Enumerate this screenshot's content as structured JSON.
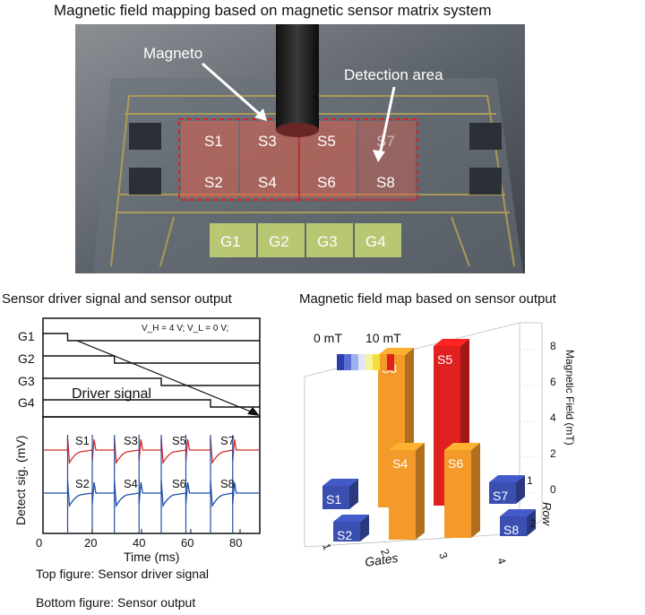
{
  "figure": {
    "title": "Magnetic field mapping based on magnetic sensor matrix system",
    "photo_labels": {
      "magneto": "Magneto",
      "detection_area": "Detection area",
      "sensors": [
        "S1",
        "S3",
        "S5",
        "S7",
        "S2",
        "S4",
        "S6",
        "S8"
      ],
      "gates": [
        "G1",
        "G2",
        "G3",
        "G4"
      ]
    }
  },
  "left_panel": {
    "title": "Sensor driver signal and sensor output",
    "rows": [
      "G1",
      "G2",
      "G3",
      "G4"
    ],
    "voltage_note": "V_H = 4 V; V_L = 0 V;",
    "driver_label": "Driver signal",
    "sensor_labels_top": [
      "S1",
      "S3",
      "S5",
      "S7"
    ],
    "sensor_labels_bottom": [
      "S2",
      "S4",
      "S6",
      "S8"
    ],
    "ylabel": "Detect sig. (mV)",
    "xlabel": "Time (ms)",
    "xticks": [
      "0",
      "20",
      "40",
      "60",
      "80"
    ],
    "colors": {
      "top_trace": "#d42a2a",
      "bottom_trace": "#1f4fa8"
    }
  },
  "right_panel": {
    "title": "Magnetic field map based on sensor output",
    "colorbar_min": "0 mT",
    "colorbar_max": "10 mT",
    "zlabel": "Magnetic Field (mT)",
    "zticks": [
      "0",
      "2",
      "4",
      "6",
      "8"
    ],
    "xlabel": "Gates",
    "xticks": [
      "1",
      "2",
      "3",
      "4"
    ],
    "ylabel": "Row",
    "yticks": [
      "1",
      "2"
    ]
  },
  "captions": {
    "top": "Top figure: Sensor driver signal",
    "bottom": "Bottom figure: Sensor output"
  },
  "chart_data": [
    {
      "type": "line",
      "title": "Sensor driver signal and sensor output",
      "xlabel": "Time (ms)",
      "ylabel": "Detect sig. (mV)",
      "xlim": [
        0,
        88
      ],
      "series": [
        {
          "name": "G1",
          "x": [
            0,
            10,
            10,
            88
          ],
          "values": [
            1,
            1,
            0,
            0
          ]
        },
        {
          "name": "G2",
          "x": [
            0,
            29,
            29,
            88
          ],
          "values": [
            1,
            1,
            0,
            0
          ]
        },
        {
          "name": "G3",
          "x": [
            0,
            48,
            48,
            88
          ],
          "values": [
            1,
            1,
            0,
            0
          ]
        },
        {
          "name": "G4",
          "x": [
            0,
            68,
            68,
            88
          ],
          "values": [
            1,
            1,
            0,
            0
          ]
        }
      ],
      "pulse_times": [
        10,
        20,
        29,
        39,
        48,
        58,
        68,
        77
      ]
    },
    {
      "type": "bar",
      "title": "Magnetic field map based on sensor output",
      "xlabel": "Gates",
      "ylabel": "Row",
      "zlabel": "Magnetic Field (mT)",
      "zlim": [
        -1,
        9
      ],
      "bars": [
        {
          "label": "S1",
          "gate": 1,
          "row": 1,
          "value": 0.6,
          "color": "#3a4fb0"
        },
        {
          "label": "S2",
          "gate": 1,
          "row": 2,
          "value": 0.4,
          "color": "#3a4fb0"
        },
        {
          "label": "S3",
          "gate": 2,
          "row": 1,
          "value": 7.8,
          "color": "#f39a2a"
        },
        {
          "label": "S4",
          "gate": 2,
          "row": 2,
          "value": 4.3,
          "color": "#f39a2a"
        },
        {
          "label": "S5",
          "gate": 3,
          "row": 1,
          "value": 8.2,
          "color": "#e01f1f"
        },
        {
          "label": "S6",
          "gate": 3,
          "row": 2,
          "value": 4.2,
          "color": "#f39a2a"
        },
        {
          "label": "S7",
          "gate": 4,
          "row": 1,
          "value": 0.5,
          "color": "#3a4fb0"
        },
        {
          "label": "S8",
          "gate": 4,
          "row": 2,
          "value": 0.4,
          "color": "#3a4fb0"
        }
      ]
    }
  ]
}
